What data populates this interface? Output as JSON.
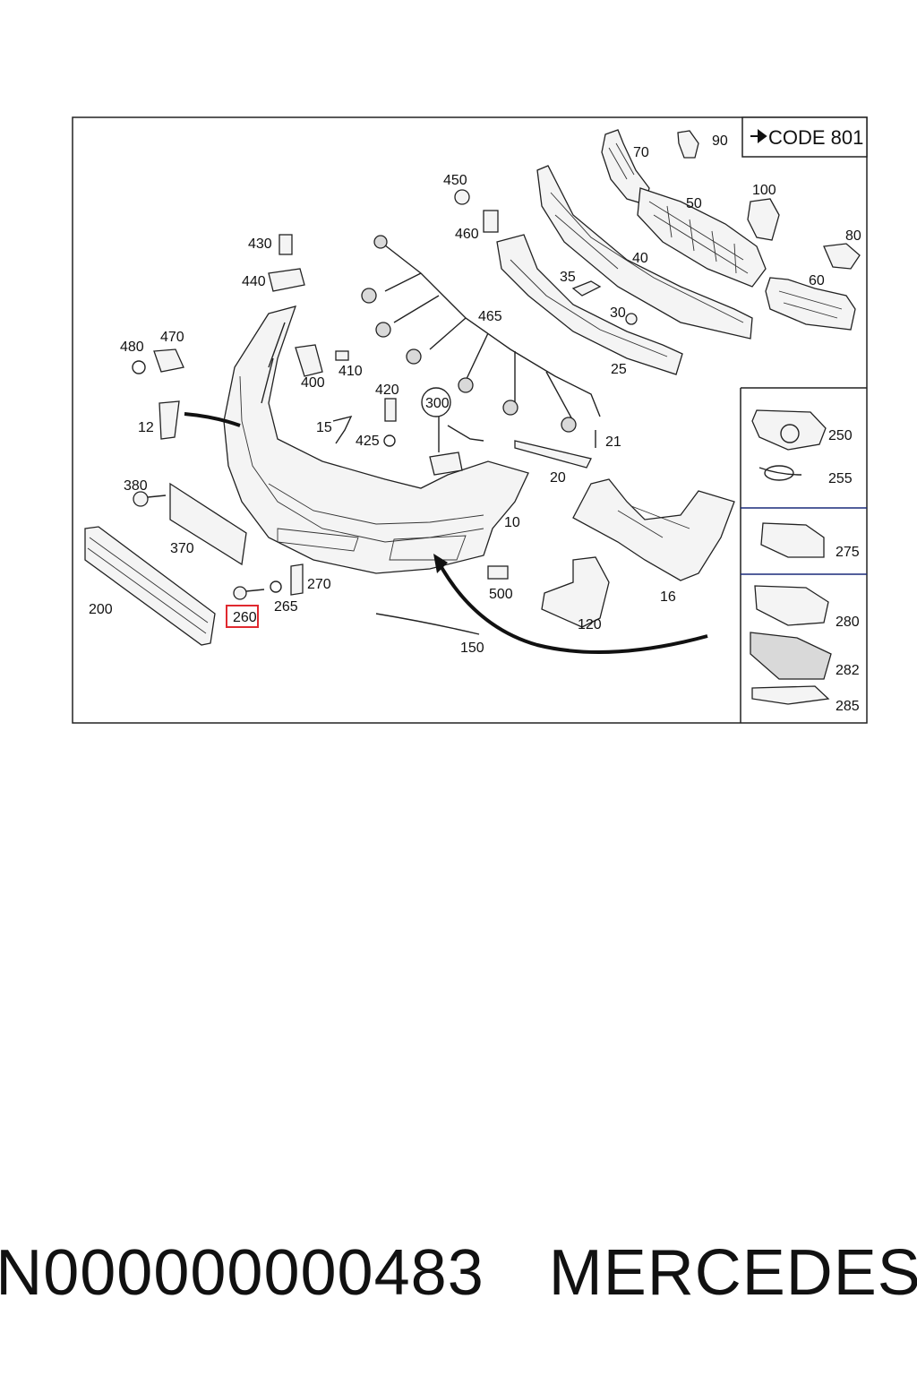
{
  "code_box": {
    "text": "CODE 801"
  },
  "labels": {
    "p10": "10",
    "p12": "12",
    "p15": "15",
    "p16": "16",
    "p20": "20",
    "p21": "21",
    "p25": "25",
    "p30": "30",
    "p35": "35",
    "p40": "40",
    "p50": "50",
    "p60": "60",
    "p70": "70",
    "p80": "80",
    "p90": "90",
    "p100": "100",
    "p120": "120",
    "p150": "150",
    "p200": "200",
    "p250": "250",
    "p255": "255",
    "p260": "260",
    "p265": "265",
    "p270": "270",
    "p275": "275",
    "p280": "280",
    "p282": "282",
    "p285": "285",
    "p300": "300",
    "p370": "370",
    "p380": "380",
    "p400": "400",
    "p410": "410",
    "p420": "420",
    "p425": "425",
    "p430": "430",
    "p440": "440",
    "p450": "450",
    "p460": "460",
    "p465": "465",
    "p470": "470",
    "p480": "480",
    "p500": "500"
  },
  "highlight": {
    "part": "260",
    "color": "#e0292f"
  },
  "footer": {
    "part_number": "N000000000483",
    "brand": "MERCEDES"
  }
}
